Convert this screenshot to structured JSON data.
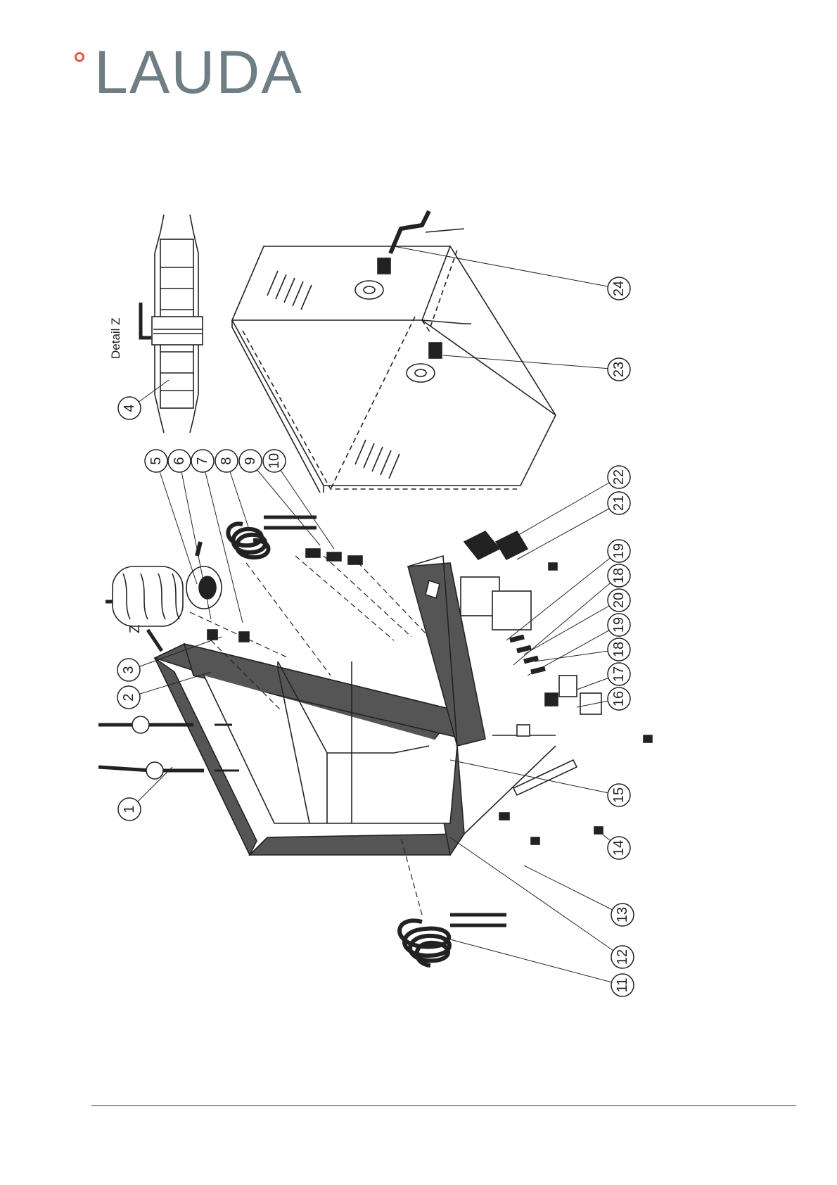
{
  "brand": {
    "logo_text": "LAUDA",
    "dot_color": "#e05a4b",
    "text_color": "#6f7d85"
  },
  "detail": {
    "title": "Detail Z",
    "marker": "Z"
  },
  "callouts": [
    "1",
    "2",
    "3",
    "4",
    "5",
    "6",
    "7",
    "8",
    "9",
    "10",
    "11",
    "12",
    "13",
    "14",
    "15",
    "16",
    "17",
    "18",
    "19",
    "20",
    "18",
    "19",
    "21",
    "22",
    "23",
    "24"
  ]
}
